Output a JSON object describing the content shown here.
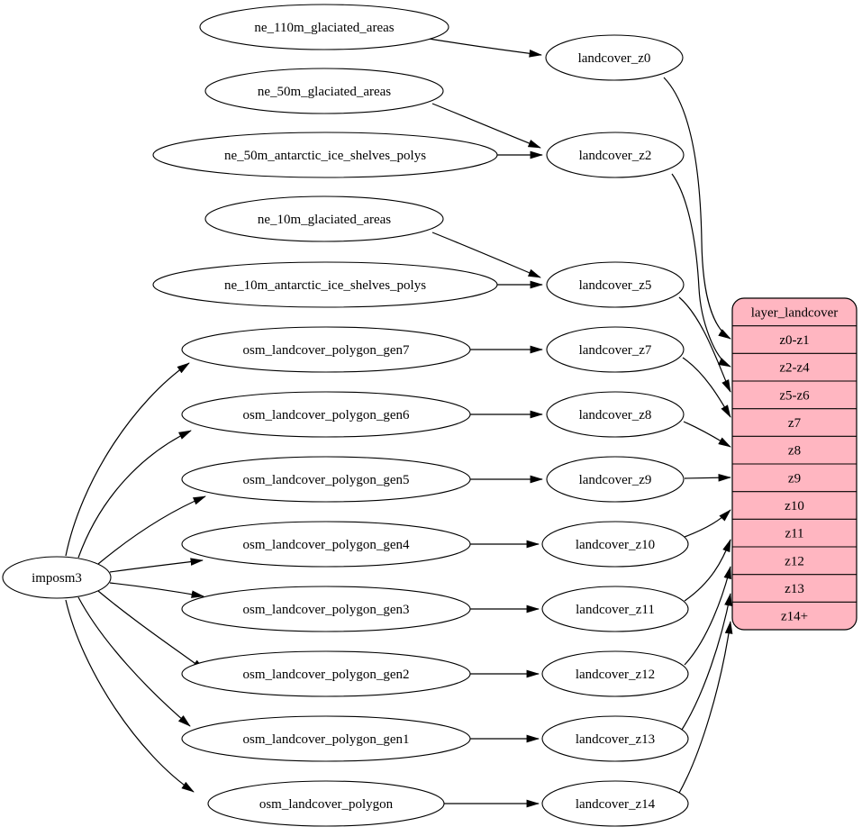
{
  "colors": {
    "background": "#ffffff",
    "node_fill": "#ffffff",
    "node_stroke": "#000000",
    "edge_stroke": "#000000",
    "record_fill": "#ffb6c1",
    "record_stroke": "#000000",
    "text": "#000000"
  },
  "nodes": {
    "imposm3": "imposm3",
    "ne_110m_glaciated_areas": "ne_110m_glaciated_areas",
    "ne_50m_glaciated_areas": "ne_50m_glaciated_areas",
    "ne_50m_antarctic_ice_shelves_polys": "ne_50m_antarctic_ice_shelves_polys",
    "ne_10m_glaciated_areas": "ne_10m_glaciated_areas",
    "ne_10m_antarctic_ice_shelves_polys": "ne_10m_antarctic_ice_shelves_polys",
    "osm_landcover_polygon_gen7": "osm_landcover_polygon_gen7",
    "osm_landcover_polygon_gen6": "osm_landcover_polygon_gen6",
    "osm_landcover_polygon_gen5": "osm_landcover_polygon_gen5",
    "osm_landcover_polygon_gen4": "osm_landcover_polygon_gen4",
    "osm_landcover_polygon_gen3": "osm_landcover_polygon_gen3",
    "osm_landcover_polygon_gen2": "osm_landcover_polygon_gen2",
    "osm_landcover_polygon_gen1": "osm_landcover_polygon_gen1",
    "osm_landcover_polygon": "osm_landcover_polygon",
    "landcover_z0": "landcover_z0",
    "landcover_z2": "landcover_z2",
    "landcover_z5": "landcover_z5",
    "landcover_z7": "landcover_z7",
    "landcover_z8": "landcover_z8",
    "landcover_z9": "landcover_z9",
    "landcover_z10": "landcover_z10",
    "landcover_z11": "landcover_z11",
    "landcover_z12": "landcover_z12",
    "landcover_z13": "landcover_z13",
    "landcover_z14": "landcover_z14"
  },
  "record": {
    "title": "layer_landcover",
    "rows": [
      "z0-z1",
      "z2-z4",
      "z5-z6",
      "z7",
      "z8",
      "z9",
      "z10",
      "z11",
      "z12",
      "z13",
      "z14+"
    ]
  },
  "edges": [
    {
      "from": "ne_110m_glaciated_areas",
      "to": "landcover_z0"
    },
    {
      "from": "ne_50m_glaciated_areas",
      "to": "landcover_z2"
    },
    {
      "from": "ne_50m_antarctic_ice_shelves_polys",
      "to": "landcover_z2"
    },
    {
      "from": "ne_10m_glaciated_areas",
      "to": "landcover_z5"
    },
    {
      "from": "ne_10m_antarctic_ice_shelves_polys",
      "to": "landcover_z5"
    },
    {
      "from": "imposm3",
      "to": "osm_landcover_polygon_gen7"
    },
    {
      "from": "imposm3",
      "to": "osm_landcover_polygon_gen6"
    },
    {
      "from": "imposm3",
      "to": "osm_landcover_polygon_gen5"
    },
    {
      "from": "imposm3",
      "to": "osm_landcover_polygon_gen4"
    },
    {
      "from": "imposm3",
      "to": "osm_landcover_polygon_gen3"
    },
    {
      "from": "imposm3",
      "to": "osm_landcover_polygon_gen2"
    },
    {
      "from": "imposm3",
      "to": "osm_landcover_polygon_gen1"
    },
    {
      "from": "imposm3",
      "to": "osm_landcover_polygon"
    },
    {
      "from": "osm_landcover_polygon_gen7",
      "to": "landcover_z7"
    },
    {
      "from": "osm_landcover_polygon_gen6",
      "to": "landcover_z8"
    },
    {
      "from": "osm_landcover_polygon_gen5",
      "to": "landcover_z9"
    },
    {
      "from": "osm_landcover_polygon_gen4",
      "to": "landcover_z10"
    },
    {
      "from": "osm_landcover_polygon_gen3",
      "to": "landcover_z11"
    },
    {
      "from": "osm_landcover_polygon_gen2",
      "to": "landcover_z12"
    },
    {
      "from": "osm_landcover_polygon_gen1",
      "to": "landcover_z13"
    },
    {
      "from": "osm_landcover_polygon",
      "to": "landcover_z14"
    },
    {
      "from": "landcover_z0",
      "to": "layer_landcover:z0-z1"
    },
    {
      "from": "landcover_z2",
      "to": "layer_landcover:z2-z4"
    },
    {
      "from": "landcover_z5",
      "to": "layer_landcover:z5-z6"
    },
    {
      "from": "landcover_z7",
      "to": "layer_landcover:z7"
    },
    {
      "from": "landcover_z8",
      "to": "layer_landcover:z8"
    },
    {
      "from": "landcover_z9",
      "to": "layer_landcover:z9"
    },
    {
      "from": "landcover_z10",
      "to": "layer_landcover:z10"
    },
    {
      "from": "landcover_z11",
      "to": "layer_landcover:z11"
    },
    {
      "from": "landcover_z12",
      "to": "layer_landcover:z12"
    },
    {
      "from": "landcover_z13",
      "to": "layer_landcover:z13"
    },
    {
      "from": "landcover_z14",
      "to": "layer_landcover:z14+"
    }
  ]
}
